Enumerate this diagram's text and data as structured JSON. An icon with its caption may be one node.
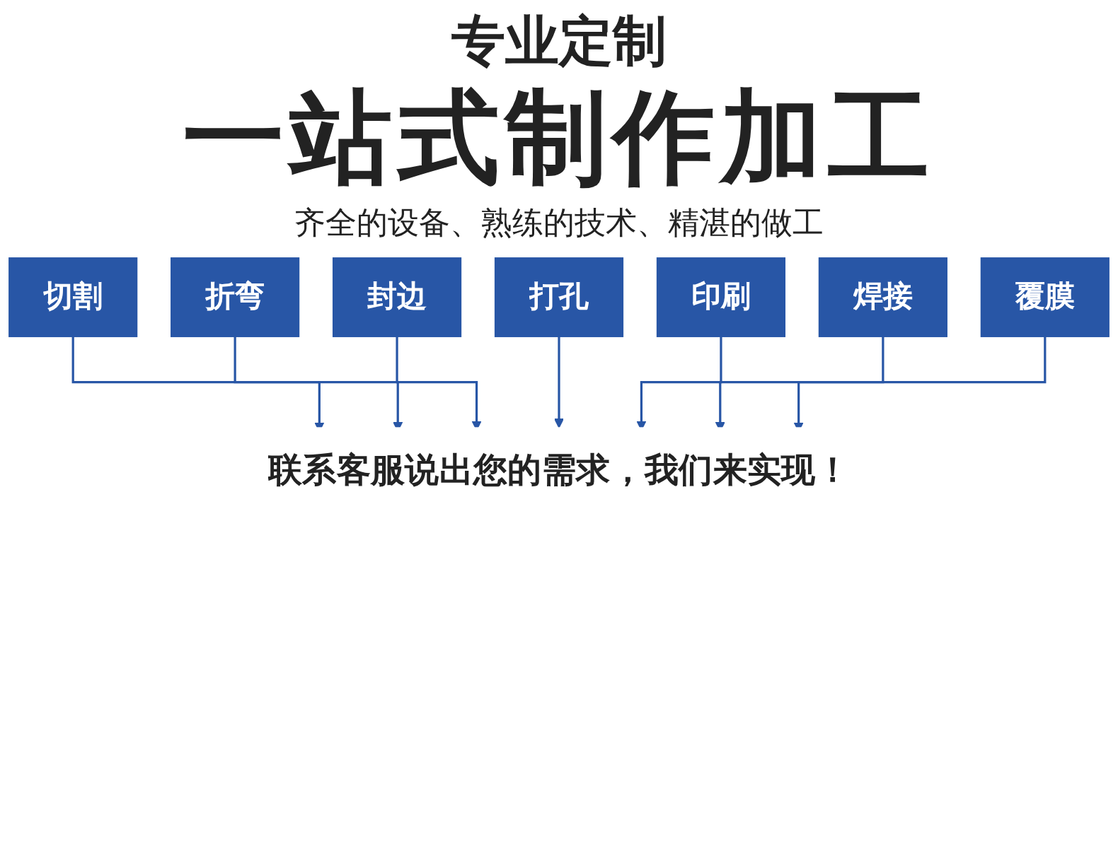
{
  "diagram": {
    "title": "专业定制",
    "labels": [
      "一站式制作加工",
      "齐全的设备、熟练的技术、精湛的做工"
    ],
    "nodes": [
      {
        "text": [
          "切割"
        ]
      },
      {
        "text": [
          "折弯"
        ]
      },
      {
        "text": [
          "封边"
        ]
      },
      {
        "text": [
          "打孔"
        ]
      },
      {
        "text": [
          "印刷"
        ]
      },
      {
        "text": [
          "焊接"
        ]
      },
      {
        "text": [
          "覆膜"
        ]
      },
      {
        "text": [
          "联系客服说出您的需求，我们来实现！"
        ]
      }
    ],
    "edges": [
      {
        "from": 0,
        "to": 7,
        "arrow": "to"
      },
      {
        "from": 1,
        "to": 7,
        "arrow": "to"
      },
      {
        "from": 2,
        "to": 7,
        "arrow": "to"
      },
      {
        "from": 3,
        "to": 7,
        "arrow": "to"
      },
      {
        "from": 4,
        "to": 7,
        "arrow": "to"
      },
      {
        "from": 5,
        "to": 7,
        "arrow": "to"
      },
      {
        "from": 6,
        "to": 7,
        "arrow": "to"
      }
    ]
  }
}
